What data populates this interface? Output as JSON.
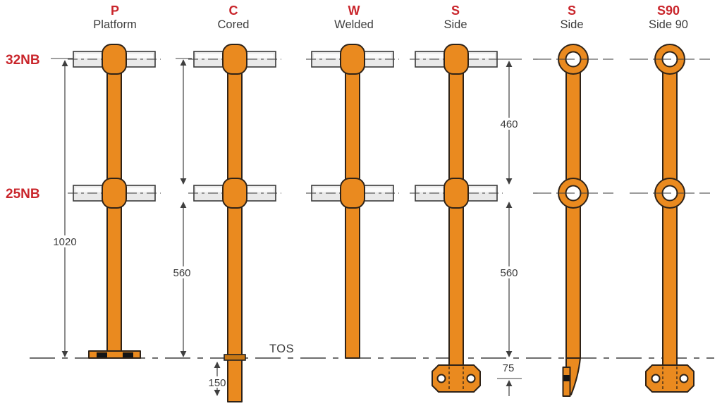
{
  "title": "Stanchion types diagram",
  "columns": [
    {
      "code": "P",
      "name": "Platform"
    },
    {
      "code": "C",
      "name": "Cored"
    },
    {
      "code": "W",
      "name": "Welded"
    },
    {
      "code": "S",
      "name": "Side"
    },
    {
      "code": "S",
      "name": "Side"
    },
    {
      "code": "S90",
      "name": "Side 90"
    }
  ],
  "rail_labels": {
    "top": "32NB",
    "mid": "25NB"
  },
  "dimensions": {
    "overall_height": "1020",
    "rail_gap": "460",
    "mid_to_base": "560",
    "mid_to_base_right": "560",
    "plate_offset": "75",
    "embed_depth": "150"
  },
  "annotations": {
    "tos": "TOS"
  },
  "colors": {
    "stanchion_orange": "#EA8A1F",
    "outline_dark": "#2F2318",
    "rail_gray": "#E9E9E9",
    "label_red": "#C9252B",
    "text_dark": "#3D3D3D",
    "dim_line": "#3F3F3F"
  }
}
